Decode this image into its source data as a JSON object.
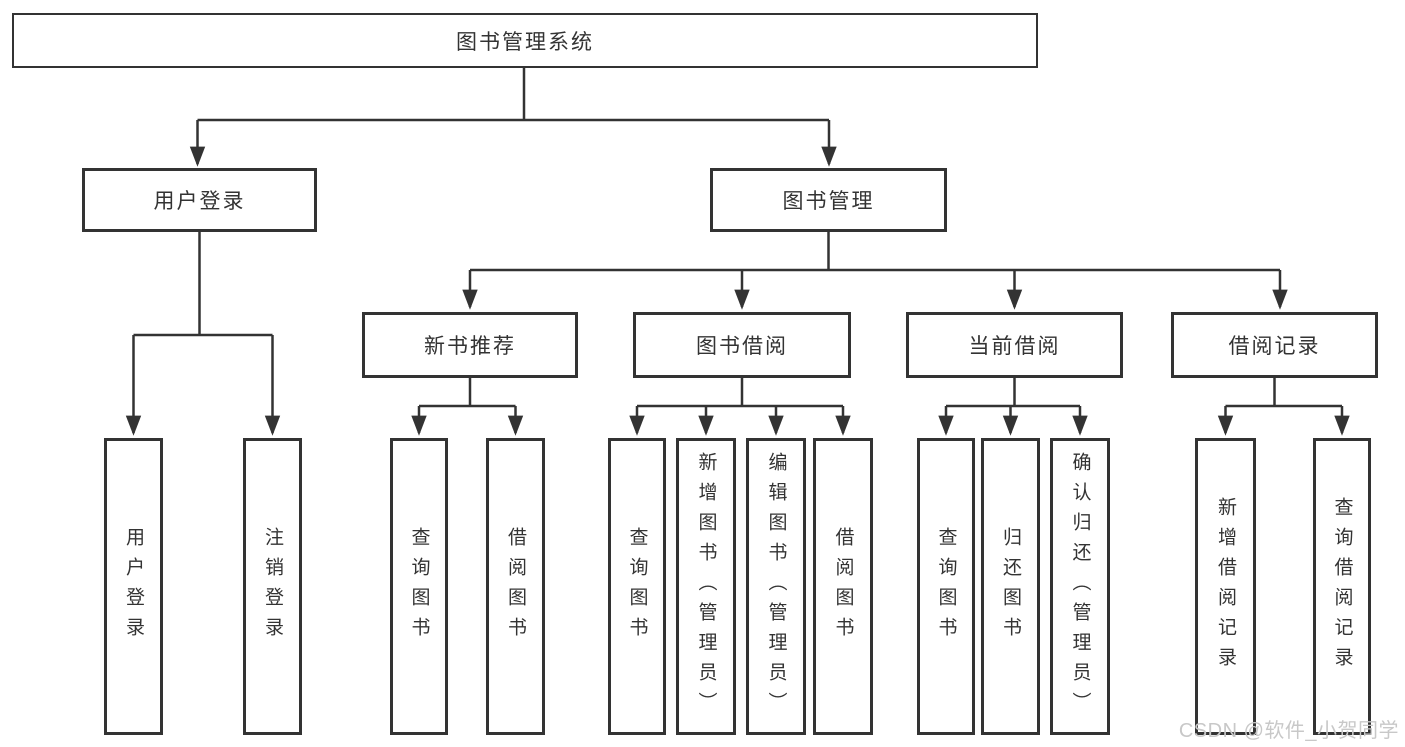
{
  "watermark": {
    "text": "CSDN @软件_小贺同学"
  },
  "colors": {
    "background": "#ffffff",
    "box_border": "#333333",
    "connector_line": "#333333",
    "text": "#333333",
    "watermark": "#c8c8c8"
  },
  "diagram": {
    "type": "hierarchy-tree",
    "root": {
      "label": "图书管理系统",
      "children": [
        {
          "label": "用户登录",
          "children": [
            {
              "label": "用户登录"
            },
            {
              "label": "注销登录"
            }
          ]
        },
        {
          "label": "图书管理",
          "children": [
            {
              "label": "新书推荐",
              "children": [
                {
                  "label": "查询图书"
                },
                {
                  "label": "借阅图书"
                }
              ]
            },
            {
              "label": "图书借阅",
              "children": [
                {
                  "label": "查询图书"
                },
                {
                  "label": "新增图书（管理员）"
                },
                {
                  "label": "编辑图书（管理员）"
                },
                {
                  "label": "借阅图书"
                }
              ]
            },
            {
              "label": "当前借阅",
              "children": [
                {
                  "label": "查询图书"
                },
                {
                  "label": "归还图书"
                },
                {
                  "label": "确认归还（管理员）"
                }
              ]
            },
            {
              "label": "借阅记录",
              "children": [
                {
                  "label": "新增借阅记录"
                },
                {
                  "label": "查询借阅记录"
                }
              ]
            }
          ]
        }
      ]
    }
  }
}
